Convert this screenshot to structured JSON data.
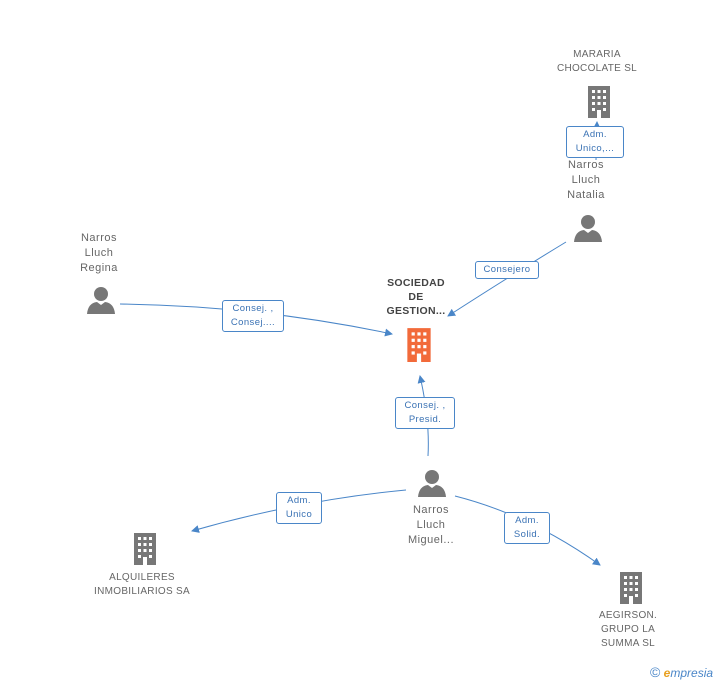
{
  "colors": {
    "edge": "#4a86c8",
    "node_gray": "#777777",
    "focus_orange": "#f26a3a"
  },
  "nodes": {
    "focus": {
      "label": "SOCIEDAD\nDE\nGESTION...",
      "icon": "building-icon"
    },
    "mararia": {
      "label": "MARARIA\nCHOCOLATE SL",
      "icon": "building-icon"
    },
    "natalia": {
      "label": "Narros\nLluch\nNatalia",
      "icon": "person-icon"
    },
    "regina": {
      "label": "Narros\nLluch\nRegina",
      "icon": "person-icon"
    },
    "miguel": {
      "label": "Narros\nLluch\nMiguel...",
      "icon": "person-icon"
    },
    "alquileres": {
      "label": "ALQUILERES\nINMOBILIARIOS SA",
      "icon": "building-icon"
    },
    "aegirson": {
      "label": "AEGIRSON.\nGRUPO LA\nSUMMA SL",
      "icon": "building-icon"
    }
  },
  "edges": {
    "natalia_mararia": "Adm.\nUnico,...",
    "natalia_focus": "Consejero",
    "regina_focus": "Consej. ,\nConsej....",
    "miguel_focus": "Consej. ,\nPresid.",
    "miguel_alquileres": "Adm.\nUnico",
    "miguel_aegirson": "Adm.\nSolid."
  },
  "brand": {
    "copyright": "©",
    "first": "e",
    "rest": "mpresia"
  }
}
